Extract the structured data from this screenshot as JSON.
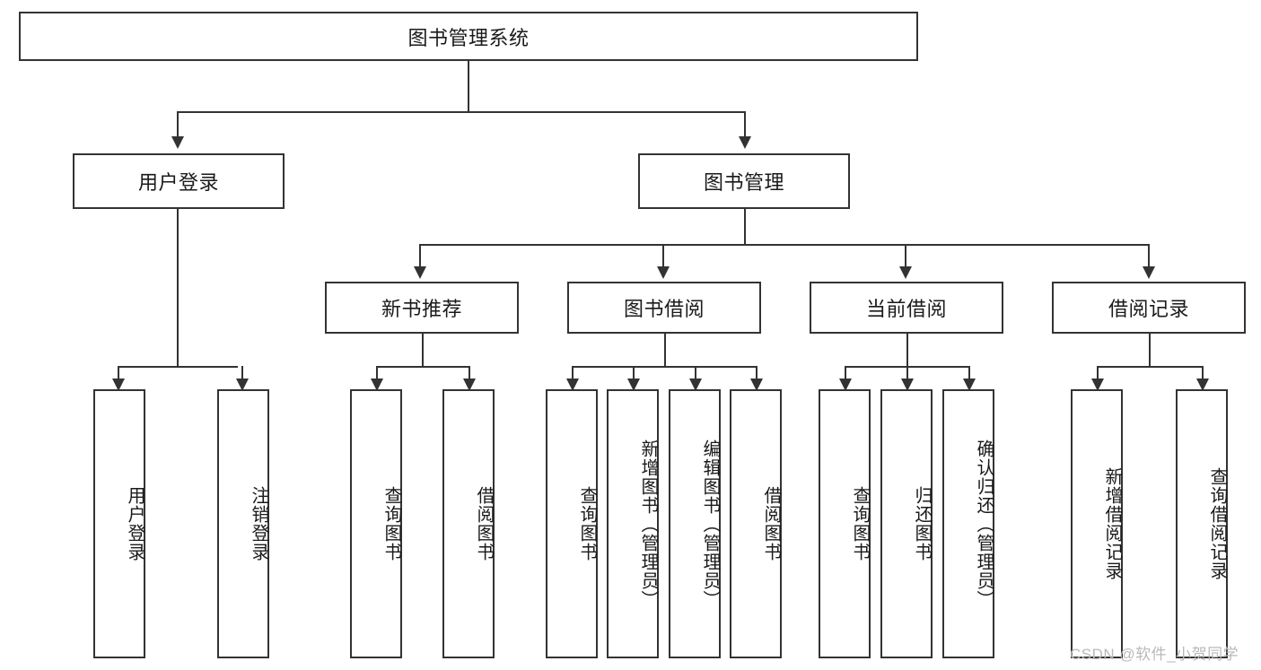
{
  "diagram": {
    "title": "图书管理系统",
    "type": "tree-hierarchy",
    "root": {
      "label": "图书管理系统"
    },
    "level2": [
      {
        "label": "用户登录"
      },
      {
        "label": "图书管理"
      }
    ],
    "level3": [
      {
        "label": "新书推荐"
      },
      {
        "label": "图书借阅"
      },
      {
        "label": "当前借阅"
      },
      {
        "label": "借阅记录"
      }
    ],
    "leaves": {
      "user_login": [
        {
          "label": "用户登录"
        },
        {
          "label": "注销登录"
        }
      ],
      "new_book_recommend": [
        {
          "label": "查询图书"
        },
        {
          "label": "借阅图书"
        }
      ],
      "book_borrow": [
        {
          "label": "查询图书"
        },
        {
          "label": "新增图书（管理员）"
        },
        {
          "label": "编辑图书（管理员）"
        },
        {
          "label": "借阅图书"
        }
      ],
      "current_borrow": [
        {
          "label": "查询图书"
        },
        {
          "label": "归还图书"
        },
        {
          "label": "确认归还（管理员）"
        }
      ],
      "borrow_record": [
        {
          "label": "新增借阅记录"
        },
        {
          "label": "查询借阅记录"
        }
      ]
    }
  },
  "watermark": {
    "text": "CSDN @软件_小贺同学"
  },
  "colors": {
    "stroke": "#333333",
    "background": "#ffffff",
    "text": "#1a1a1a",
    "watermark": "#b9b9b9"
  }
}
